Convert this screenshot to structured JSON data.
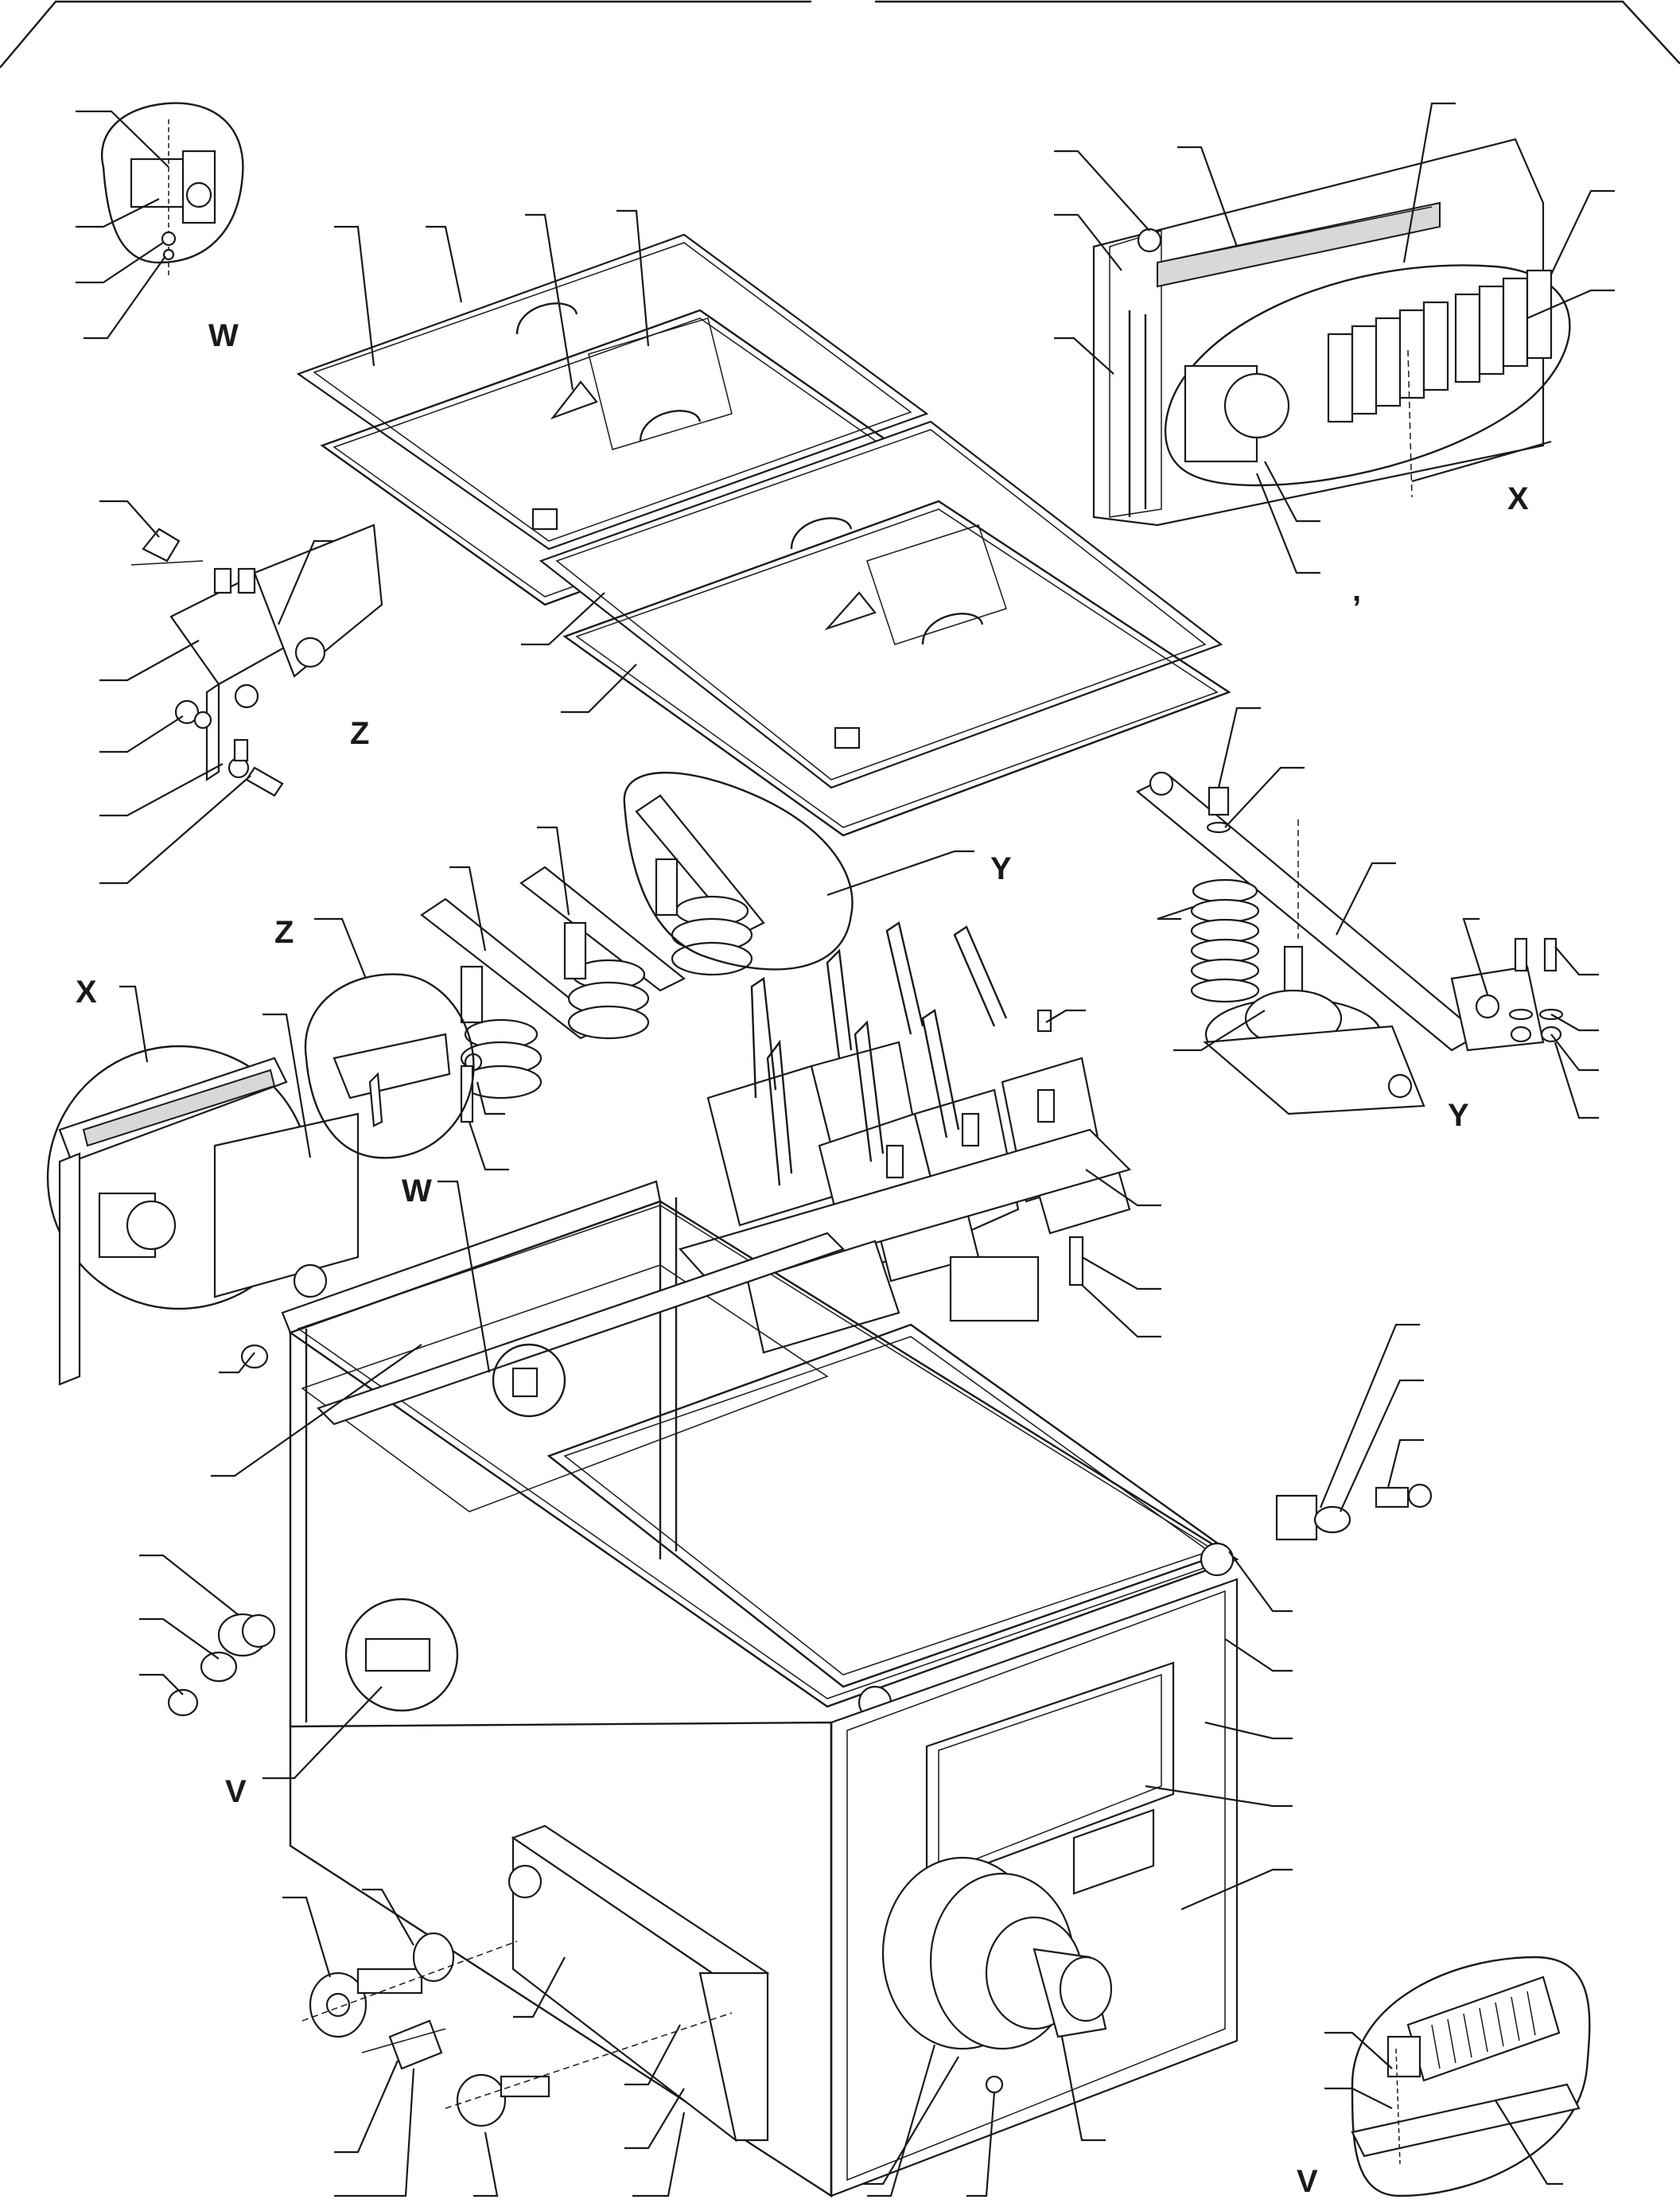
{
  "callouts": {
    "v_main": "V",
    "v_detail": "V",
    "w_main": "W",
    "w_detail": "W",
    "x_main": "X",
    "x_detail": "X",
    "y_main": "Y",
    "y_detail": "Y",
    "z_main": "Z",
    "z_detail": "Z",
    "comma_mark": ","
  }
}
